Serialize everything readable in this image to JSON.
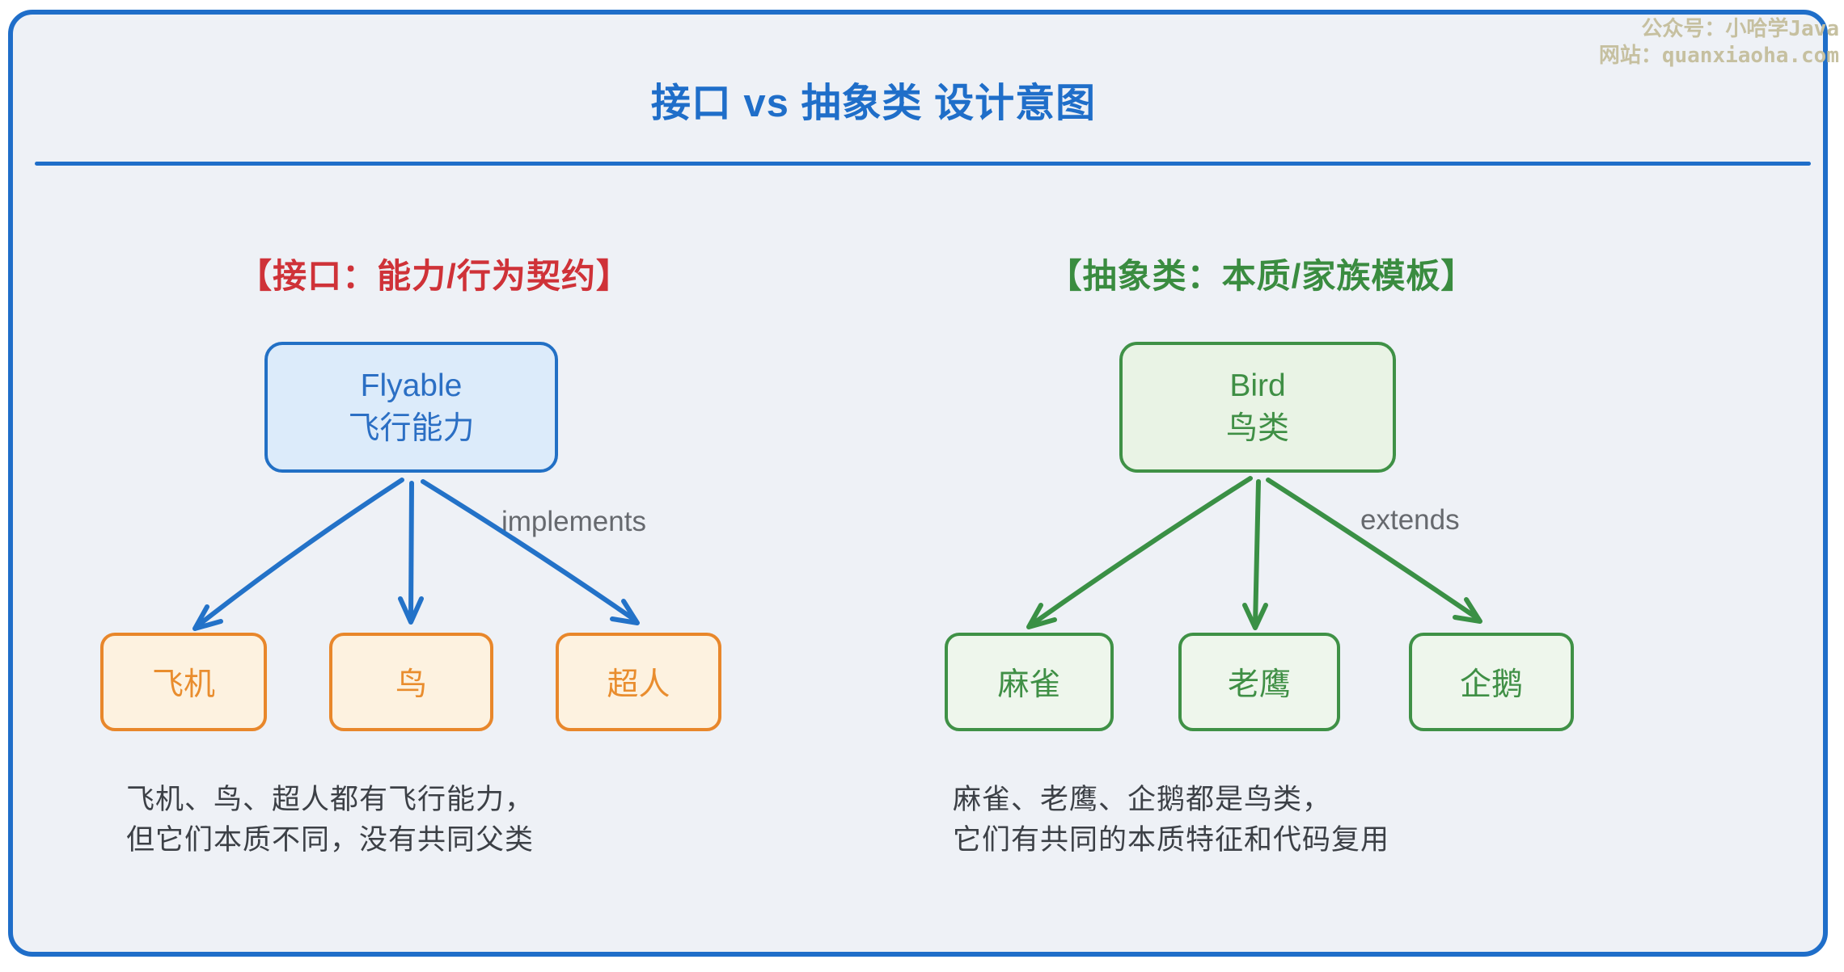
{
  "title": "接口 vs 抽象类 设计意图",
  "watermark": {
    "line1": "公众号：小哈学Java",
    "line2": "网站：quanxiaoha.com"
  },
  "left": {
    "header": "【接口：能力/行为契约】",
    "parent": {
      "line1": "Flyable",
      "line2": "飞行能力"
    },
    "relation": "implements",
    "children": [
      "飞机",
      "鸟",
      "超人"
    ],
    "note_line1": "飞机、鸟、超人都有飞行能力，",
    "note_line2": "但它们本质不同，没有共同父类"
  },
  "right": {
    "header": "【抽象类：本质/家族模板】",
    "parent": {
      "line1": "Bird",
      "line2": "鸟类"
    },
    "relation": "extends",
    "children": [
      "麻雀",
      "老鹰",
      "企鹅"
    ],
    "note_line1": "麻雀、老鹰、企鹅都是鸟类，",
    "note_line2": "它们有共同的本质特征和代码复用"
  },
  "colors": {
    "accent_blue": "#1f6ec9",
    "panel_bg": "#eef1f6",
    "node_blue_fill": "#dcebfa",
    "node_blue_border": "#2270c5",
    "node_blue_text": "#2b6fc4",
    "arrow_blue": "#2372c8",
    "red": "#cf3238",
    "green": "#3a8c40",
    "green_border": "#3f9146",
    "green_fill": "#e9f3e5",
    "green_fill_light": "#eef6ec",
    "green_text": "#3f8f45",
    "arrow_green": "#3a9045",
    "orange_border": "#e8872b",
    "orange_fill": "#fdf2e0",
    "orange_text": "#e98d2e",
    "gray_label": "#66696e",
    "note_text": "#3c4046",
    "watermark": "#c6c0a0"
  }
}
